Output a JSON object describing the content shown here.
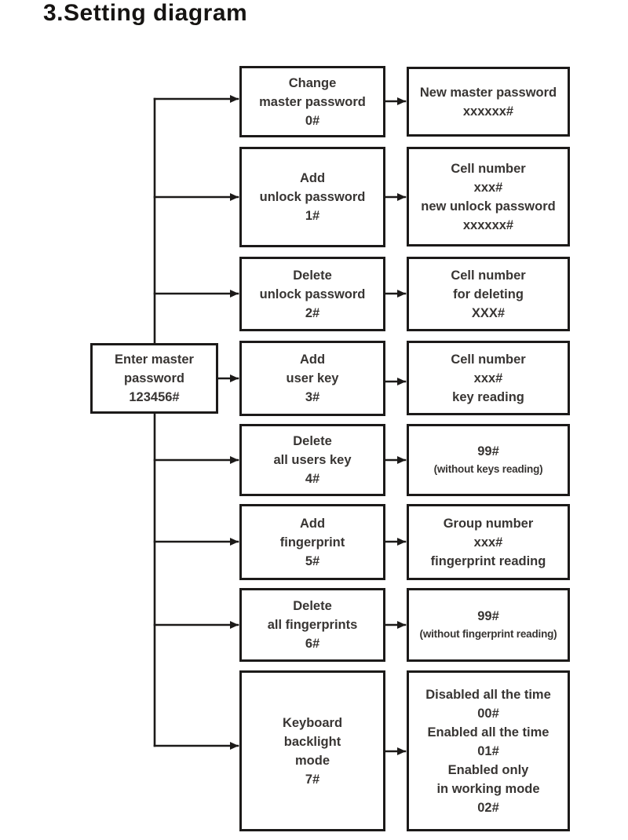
{
  "title": "3.Setting diagram",
  "colors": {
    "line": "#1c1a19",
    "text": "#383533",
    "background": "#ffffff"
  },
  "root": {
    "lines": [
      "Enter master",
      "password",
      "123456#"
    ]
  },
  "rows": [
    {
      "middle": {
        "lines": [
          "Change",
          "master password",
          "0#"
        ]
      },
      "right": {
        "lines": [
          "New master password",
          "xxxxxx#"
        ]
      }
    },
    {
      "middle": {
        "lines": [
          "Add",
          "unlock password",
          "1#"
        ]
      },
      "right": {
        "lines": [
          "Cell number",
          "xxx#",
          "new unlock password",
          "xxxxxx#"
        ]
      }
    },
    {
      "middle": {
        "lines": [
          "Delete",
          "unlock password",
          "2#"
        ]
      },
      "right": {
        "lines": [
          "Cell number",
          "for deleting",
          "XXX#"
        ]
      }
    },
    {
      "middle": {
        "lines": [
          "Add",
          "user key",
          "3#"
        ]
      },
      "right": {
        "lines": [
          "Cell number",
          "xxx#",
          "key reading"
        ]
      }
    },
    {
      "middle": {
        "lines": [
          "Delete",
          "all users key",
          "4#"
        ]
      },
      "right": {
        "lines": [
          "99#",
          "(without keys reading)"
        ]
      }
    },
    {
      "middle": {
        "lines": [
          "Add",
          "fingerprint",
          "5#"
        ]
      },
      "right": {
        "lines": [
          "Group number",
          "xxx#",
          "fingerprint reading"
        ]
      }
    },
    {
      "middle": {
        "lines": [
          "Delete",
          "all fingerprints",
          "6#"
        ]
      },
      "right": {
        "lines": [
          "99#",
          "(without fingerprint reading)"
        ]
      }
    },
    {
      "middle": {
        "lines": [
          "Keyboard",
          "backlight",
          "mode",
          "7#"
        ]
      },
      "right": {
        "lines": [
          "Disabled all the time",
          "00#",
          "Enabled all the time",
          "01#",
          "Enabled only",
          "in working mode",
          "02#"
        ]
      }
    }
  ]
}
